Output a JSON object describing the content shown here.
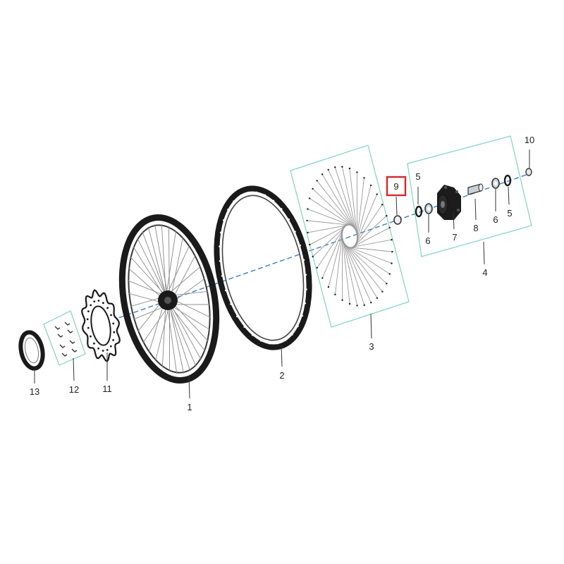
{
  "diagram": {
    "highlighted_part": "9",
    "colors": {
      "frame": "#7fd4c0",
      "axis": "#3b7fc4",
      "parts": "#1a1a1a",
      "spokes": "#8a8a8a",
      "highlight": "#d62828"
    },
    "callouts": [
      {
        "label": "1"
      },
      {
        "label": "2"
      },
      {
        "label": "3"
      },
      {
        "label": "4"
      },
      {
        "label": "5"
      },
      {
        "label": "5"
      },
      {
        "label": "6"
      },
      {
        "label": "6"
      },
      {
        "label": "7"
      },
      {
        "label": "8"
      },
      {
        "label": "9"
      },
      {
        "label": "10"
      },
      {
        "label": "11"
      },
      {
        "label": "12"
      },
      {
        "label": "13"
      }
    ]
  }
}
